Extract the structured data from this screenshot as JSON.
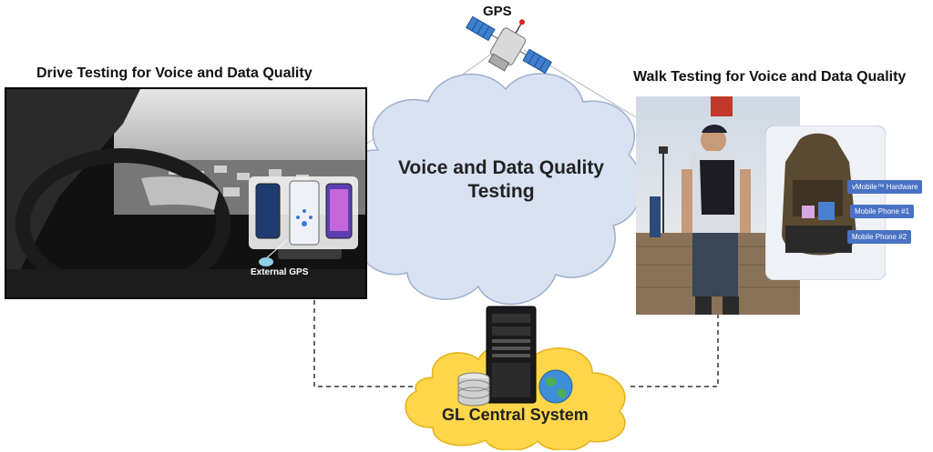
{
  "gps": {
    "label": "GPS",
    "icon": "satellite-icon"
  },
  "drive": {
    "title": "Drive Testing for Voice and Data Quality",
    "external_gps_label": "External GPS"
  },
  "walk": {
    "title": "Walk Testing for Voice and Data Quality",
    "callouts": [
      "vMobile™ Hardware",
      "Mobile Phone #1",
      "Mobile Phone #2"
    ]
  },
  "cloud": {
    "title_line1": "Voice and Data Quality",
    "title_line2": "Testing"
  },
  "central": {
    "label": "GL Central System"
  },
  "colors": {
    "cloud_fill": "#d8e2f3",
    "central_cloud_fill": "#ffd54a",
    "callout": "#4a72c4"
  }
}
